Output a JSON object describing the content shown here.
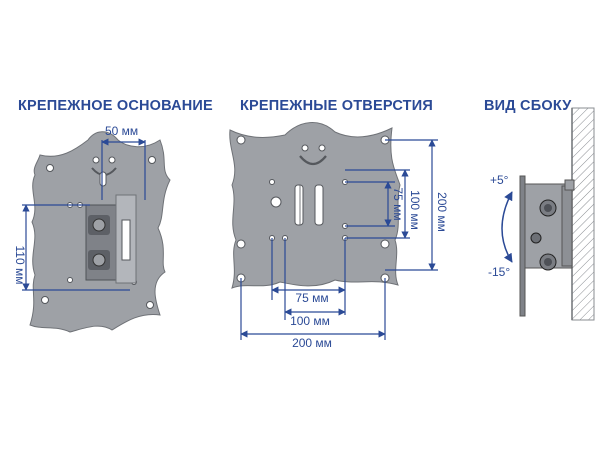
{
  "headings": {
    "mount_base": "КРЕПЕЖНОЕ ОСНОВАНИЕ",
    "mount_holes": "КРЕПЕЖНЫЕ ОТВЕРСТИЯ",
    "side_view": "ВИД СБОКУ"
  },
  "dimensions": {
    "base_width": "50 мм",
    "base_height": "110 мм",
    "holes_h75": "75 мм",
    "holes_h100": "100 мм",
    "holes_h200": "200 мм",
    "holes_v75": "75 мм",
    "holes_v100": "100 мм",
    "holes_v200": "200 мм"
  },
  "tilt": {
    "up": "+5°",
    "down": "-15°"
  },
  "colors": {
    "accent": "#2b4a96",
    "metal": "#9ea1a6"
  }
}
